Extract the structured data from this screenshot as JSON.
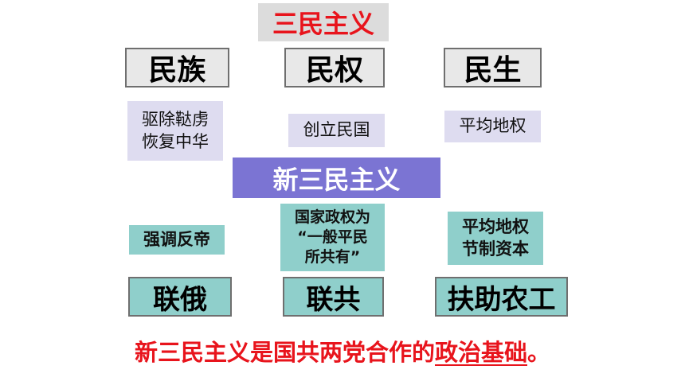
{
  "title": "三民主义",
  "heads": [
    "民族",
    "民权",
    "民生"
  ],
  "old": {
    "minzu": [
      "驱除鞑虏",
      "恢复中华"
    ],
    "minquan": [
      "创立民国"
    ],
    "minsheng": [
      "平均地权"
    ]
  },
  "new_title": "新三民主义",
  "new": {
    "minzu": [
      "强调反帝"
    ],
    "minquan": [
      "国家政权为",
      "“一般平民",
      "所共有”"
    ],
    "minsheng": [
      "平均地权",
      "节制资本"
    ]
  },
  "policies": [
    "联俄",
    "联共",
    "扶助农工"
  ],
  "conclusion": {
    "prefix": "新三民主义是国共两党合作的",
    "underlined": "政治基础",
    "suffix": "。"
  }
}
